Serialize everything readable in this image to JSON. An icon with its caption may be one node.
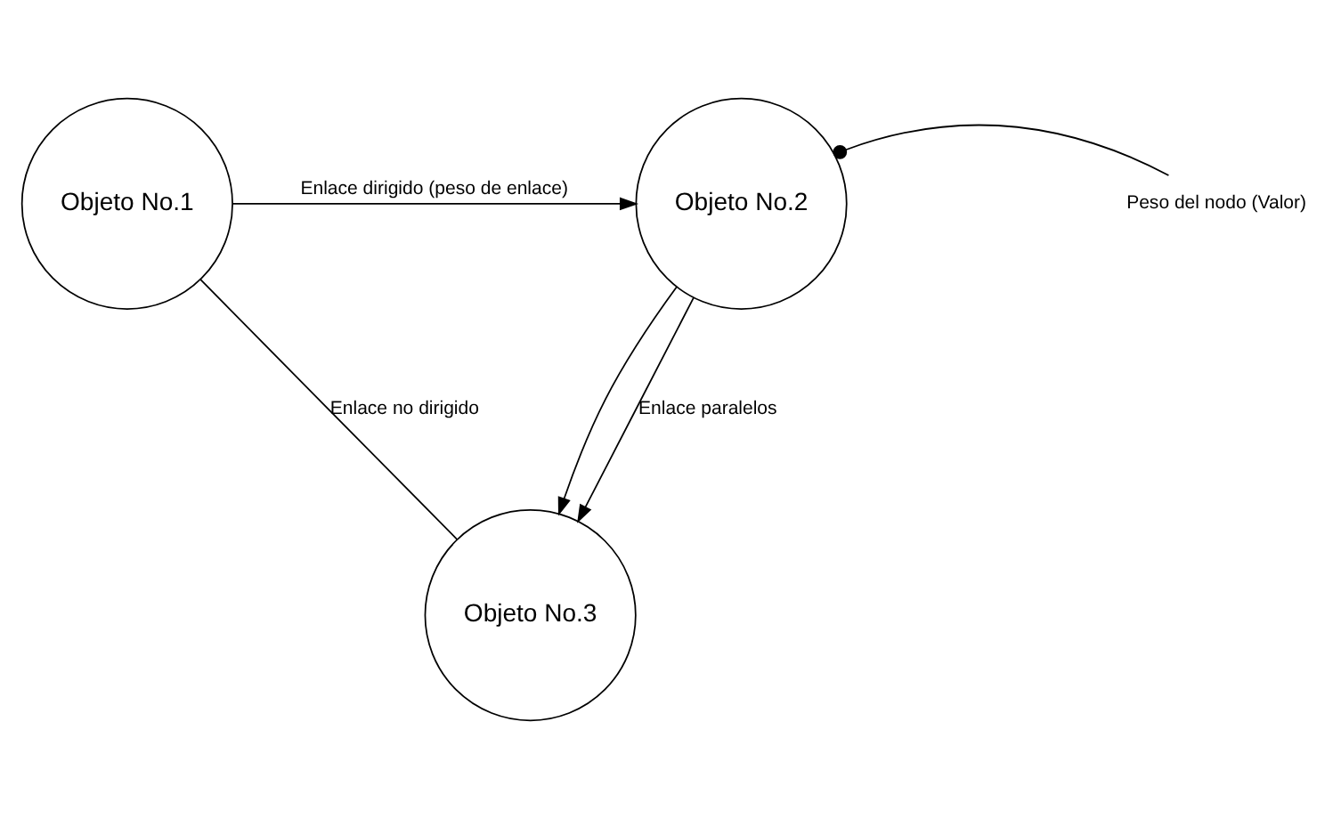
{
  "diagram": {
    "nodes": [
      {
        "text": [
          "Objeto No.1"
        ]
      },
      {
        "text": [
          "Objeto No.2"
        ]
      },
      {
        "text": [
          "Objeto No.3"
        ]
      },
      {
        "text": [
          "Peso del nodo (Valor)"
        ]
      }
    ],
    "edges": [
      {
        "from": 0,
        "to": 1,
        "arrow": "to",
        "label": "Enlace dirigido (peso de enlace)"
      },
      {
        "from": 0,
        "to": 2,
        "arrow": "none",
        "label": "Enlace no dirigido"
      },
      {
        "from": 1,
        "to": 2,
        "arrow": "to"
      },
      {
        "from": 1,
        "to": 2,
        "arrow": "to",
        "label": "Enlace paralelos"
      },
      {
        "from": 3,
        "to": 1,
        "arrow": "other"
      }
    ]
  }
}
